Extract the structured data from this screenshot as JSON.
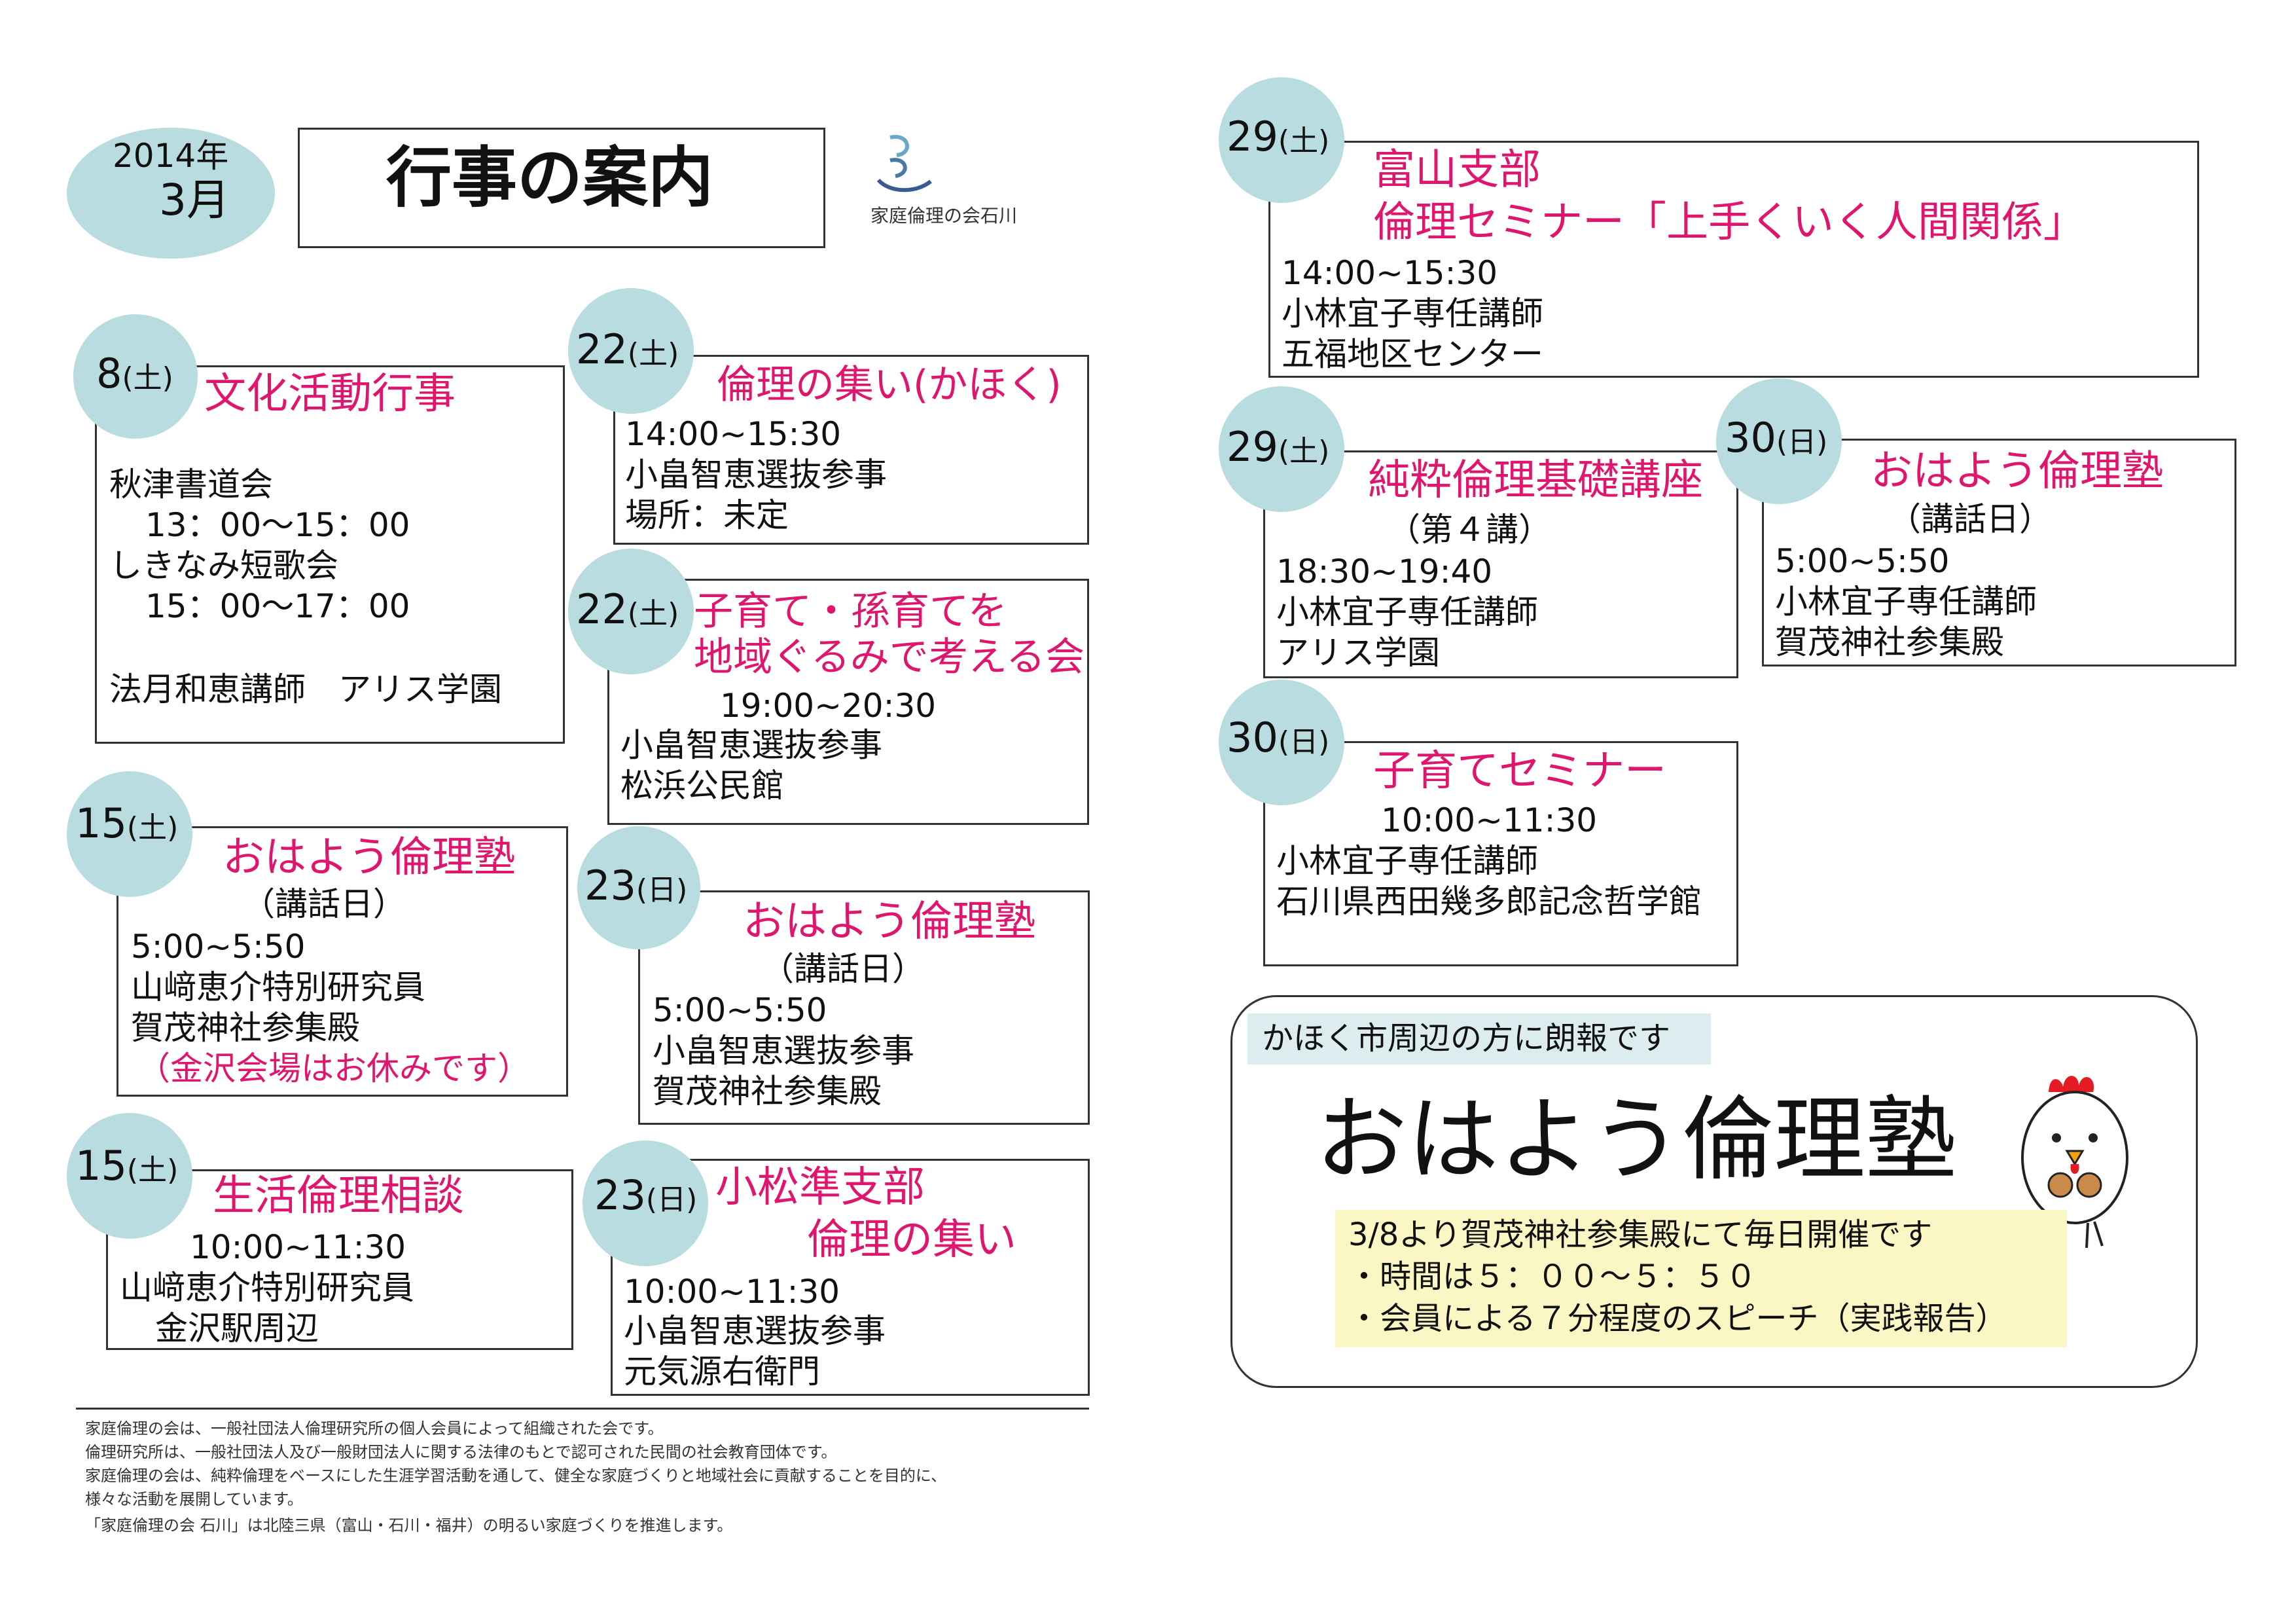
{
  "header": {
    "year": "2014年",
    "month": "3月",
    "title": "行事の案内",
    "org": "家庭倫理の会石川"
  },
  "events": [
    {
      "day": "8",
      "dow": "(土)",
      "title": "文化活動行事",
      "lines": [
        "秋津書道会",
        "13：00～15：00",
        "しきなみ短歌会",
        "15：00～17：00",
        "法月和恵講師　アリス学園"
      ]
    },
    {
      "day": "15",
      "dow": "(土)",
      "title": "おはよう倫理塾",
      "sub": "（講話日）",
      "lines": [
        "5:00~5:50",
        "山﨑恵介特別研究員",
        "賀茂神社参集殿"
      ],
      "note": "（金沢会場はお休みです）"
    },
    {
      "day": "15",
      "dow": "(土)",
      "title": "生活倫理相談",
      "lines": [
        "10:00~11:30",
        "山﨑恵介特別研究員",
        "金沢駅周辺"
      ]
    },
    {
      "day": "22",
      "dow": "(土)",
      "title": "倫理の集い(かほく)",
      "lines": [
        "14:00~15:30",
        "小畠智恵選抜参事",
        "場所：未定"
      ]
    },
    {
      "day": "22",
      "dow": "(土)",
      "title1": "子育て・孫育てを",
      "title2": "地域ぐるみで考える会",
      "lines": [
        "19:00~20:30",
        "小畠智恵選抜参事",
        "松浜公民館"
      ]
    },
    {
      "day": "23",
      "dow": "(日)",
      "title": "おはよう倫理塾",
      "sub": "（講話日）",
      "lines": [
        "5:00~5:50",
        "小畠智恵選抜参事",
        "賀茂神社参集殿"
      ]
    },
    {
      "day": "23",
      "dow": "(日)",
      "title1": "小松準支部",
      "title2": "倫理の集い",
      "lines": [
        "10:00~11:30",
        "小畠智恵選抜参事",
        "元気源右衛門"
      ]
    },
    {
      "day": "29",
      "dow": "(土)",
      "title1": "富山支部",
      "title2": "倫理セミナー「上手くいく人間関係」",
      "lines": [
        "14:00~15:30",
        "小林宜子専任講師",
        "五福地区センター"
      ]
    },
    {
      "day": "29",
      "dow": "(土)",
      "title": "純粋倫理基礎講座",
      "sub": "（第４講）",
      "lines": [
        "18:30~19:40",
        "小林宜子専任講師",
        "アリス学園"
      ]
    },
    {
      "day": "30",
      "dow": "(日)",
      "title": "おはよう倫理塾",
      "sub": "（講話日）",
      "lines": [
        "5:00~5:50",
        "小林宜子専任講師",
        "賀茂神社参集殿"
      ]
    },
    {
      "day": "30",
      "dow": "(日)",
      "title": "子育てセミナー",
      "lines": [
        "10:00~11:30",
        "小林宜子専任講師",
        "石川県西田幾多郎記念哲学館"
      ]
    }
  ],
  "promo": {
    "tag": "かほく市周辺の方に朗報です",
    "title": "おはよう倫理塾",
    "lines": [
      "3/8より賀茂神社参集殿にて毎日開催です",
      "・時間は５：００～５：５０",
      "・会員による７分程度のスピーチ（実践報告）"
    ]
  },
  "footer": [
    "家庭倫理の会は、一般社団法人倫理研究所の個人会員によって組織された会です。",
    "倫理研究所は、一般社団法人及び一般財団法人に関する法律のもとで認可された民間の社会教育団体です。",
    "家庭倫理の会は、純粋倫理をベースにした生涯学習活動を通して、健全な家庭づくりと地域社会に貢献することを目的に、",
    "様々な活動を展開しています。",
    "「家庭倫理の会 石川」は北陸三県（富山・石川・福井）の明るい家庭づくりを推進します。"
  ],
  "colors": {
    "accent_pink": "#e0156d",
    "circle": "#b8dcdf",
    "highlight": "#fbf7c4",
    "tag_bg": "#dcecef"
  }
}
